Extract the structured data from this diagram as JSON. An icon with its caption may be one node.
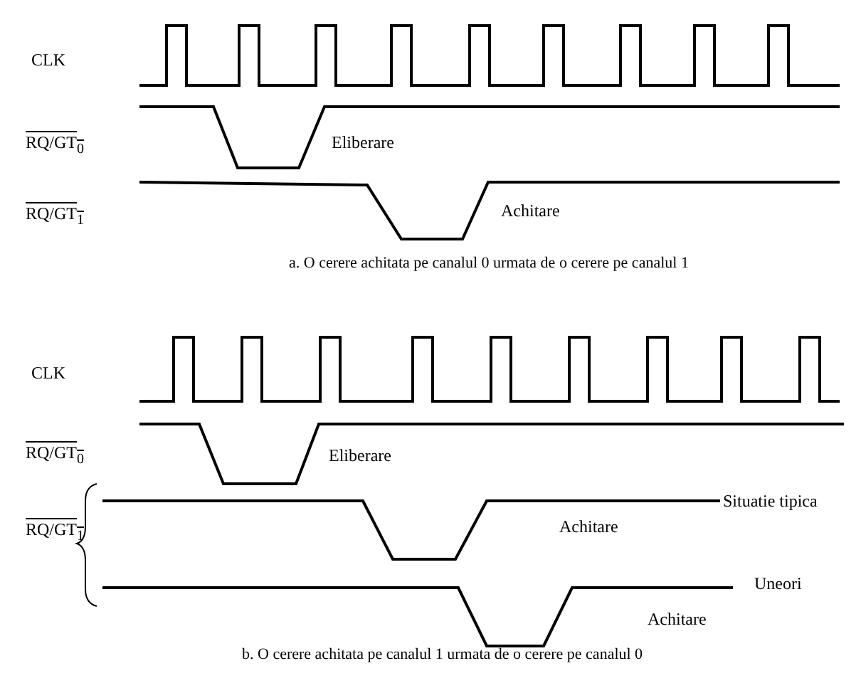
{
  "diagram": {
    "labels": [
      "CLK",
      "RQ/GT$_{0}$",
      "Eliberare",
      "RQ/GT$_{1}$",
      "Achitare",
      "a. O cerere achitata pe canalul 0 urmata de o cerere pe canalul 1",
      "CLK",
      "RQ/GT$_{0}$",
      "Eliberare",
      "RQ/GT$_{1}$",
      "Situatie tipica",
      "Achitare",
      "Uneori",
      "Achitare",
      "b. O cerere achitata pe canalul 1 urmata de o cerere pe canalul 0"
    ]
  }
}
